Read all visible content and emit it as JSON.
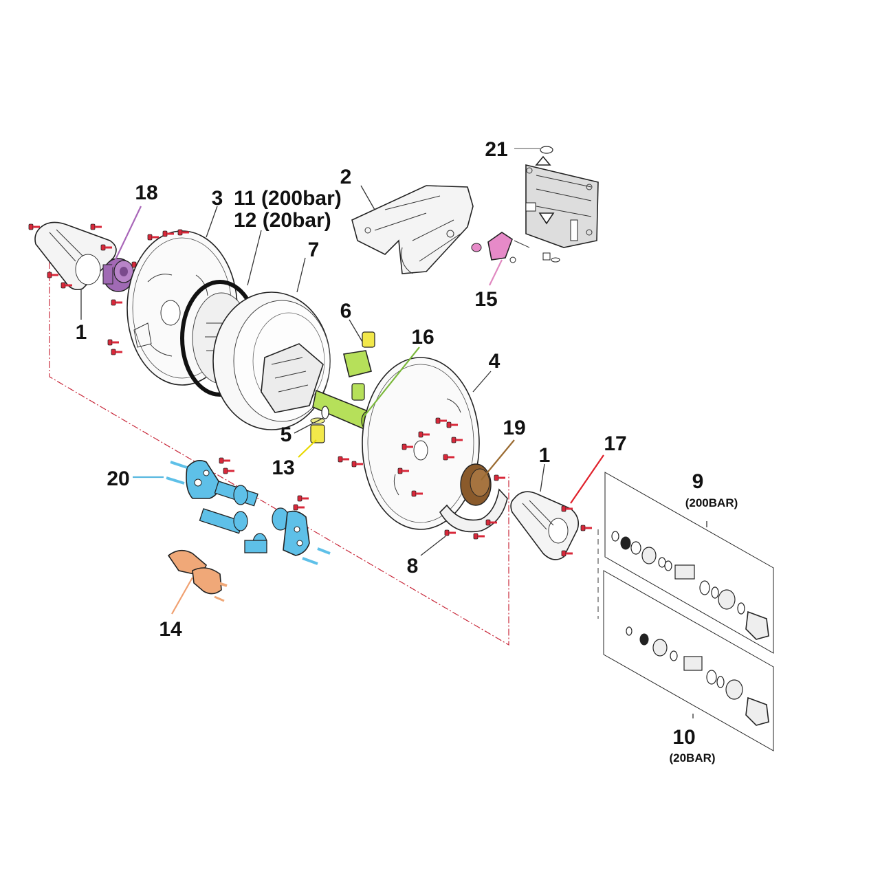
{
  "labels": {
    "l1a": "1",
    "l1b": "1",
    "l2": "2",
    "l3": "3",
    "l4": "4",
    "l5": "5",
    "l6": "6",
    "l7": "7",
    "l8": "8",
    "l9": "9",
    "l9sub": "(200BAR)",
    "l10": "10",
    "l10sub": "(20BAR)",
    "l11": "11 (200bar)",
    "l12": "12 (20bar)",
    "l13": "13",
    "l14": "14",
    "l15": "15",
    "l16": "16",
    "l17": "17",
    "l18": "18",
    "l19": "19",
    "l20": "20",
    "l21": "21"
  },
  "colors": {
    "hub_purple": "#a06ab4",
    "fitting_yellow": "#f2e84a",
    "swivel_green": "#b6e05a",
    "brake_brown": "#8a5a2b",
    "shaft_blue": "#5ec0e8",
    "clamp_orange": "#f0a878",
    "latch_pink": "#e68ac8",
    "screw_red": "#d8283a",
    "dash_red": "#c8283a",
    "leader_red": "#e0202a",
    "leader_purple": "#a866b8",
    "leader_green": "#7ab83a",
    "leader_yellow": "#e8d800",
    "leader_brown": "#9a6a30",
    "leader_blue": "#58b8e0",
    "leader_orange": "#f0a070",
    "leader_pink": "#e088c0",
    "leader_gray": "#888888"
  }
}
